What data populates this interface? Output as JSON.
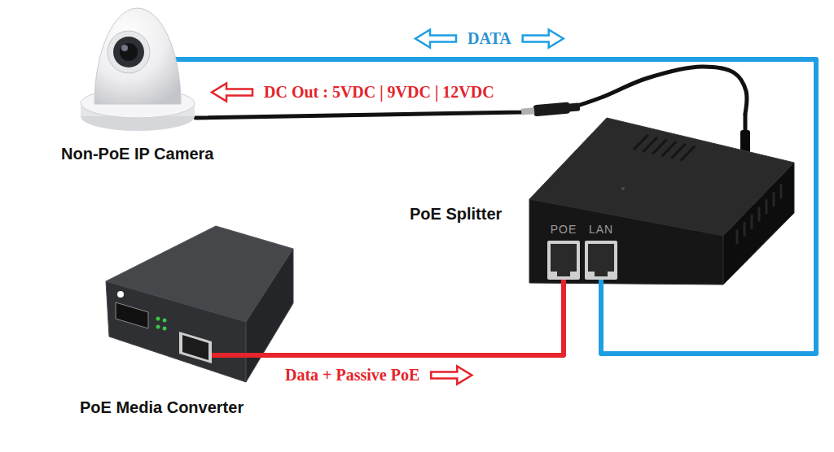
{
  "diagram": {
    "nodes": [
      {
        "text": [
          "Non-PoE IP Camera"
        ]
      },
      {
        "text": [
          "PoE Splitter",
          "POE",
          "LAN"
        ]
      },
      {
        "text": [
          "PoE Media Converter"
        ]
      }
    ],
    "edges": [
      {
        "from": 1,
        "to": 0,
        "label": "DATA",
        "arrow": "both"
      },
      {
        "from": 1,
        "to": 0,
        "label": "DC Out : 5VDC | 9VDC | 12VDC",
        "arrow": "to"
      },
      {
        "from": 2,
        "to": 1,
        "label": "Data + Passive PoE",
        "arrow": "to"
      }
    ]
  }
}
